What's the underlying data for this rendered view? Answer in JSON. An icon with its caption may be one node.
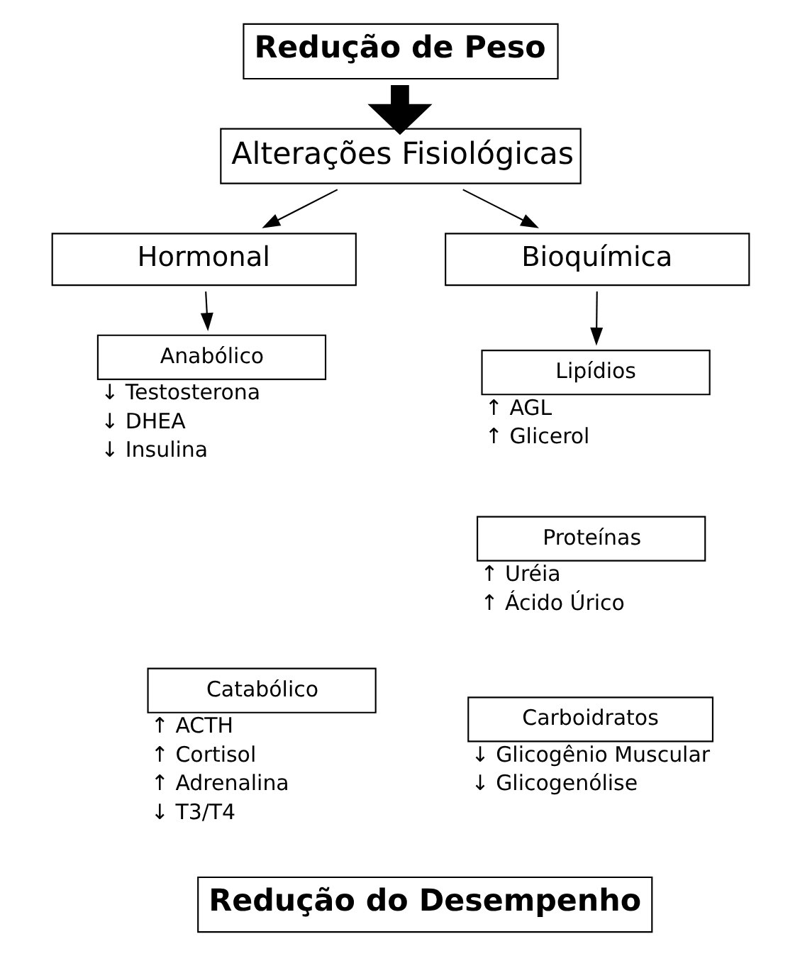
{
  "diagram": {
    "nodes": [
      {
        "text": [
          "Redução de Peso"
        ]
      },
      {
        "text": [
          "Alterações Fisiológicas"
        ]
      },
      {
        "text": [
          "Hormonal"
        ]
      },
      {
        "text": [
          "Bioquímica"
        ]
      },
      {
        "text": [
          "Anabólico"
        ],
        "beside": [
          "↓ Testosterona",
          "↓ DHEA",
          "↓ Insulina"
        ]
      },
      {
        "text": [
          "Catabólico"
        ],
        "beside": [
          "↑ ACTH",
          "↑ Cortisol",
          "↑ Adrenalina",
          "↓ T3/T4"
        ]
      },
      {
        "text": [
          "Lipídios"
        ],
        "beside": [
          "↑ AGL",
          "↑ Glicerol"
        ]
      },
      {
        "text": [
          "Proteínas"
        ],
        "beside": [
          "↑ Uréia",
          "↑ Ácido Úrico"
        ]
      },
      {
        "text": [
          "Carboidratos"
        ],
        "beside": [
          "↓ Glicogênio Muscular",
          "↓ Glicogenólise"
        ]
      },
      {
        "text": [
          "Redução do Desempenho"
        ]
      }
    ],
    "edges": [
      {
        "from": 0,
        "to": 1,
        "arrow": "to",
        "style": "thick"
      },
      {
        "from": 1,
        "to": 2,
        "arrow": "to"
      },
      {
        "from": 1,
        "to": 3,
        "arrow": "to"
      },
      {
        "from": 2,
        "to": 4,
        "arrow": "to"
      },
      {
        "from": 3,
        "to": 6,
        "arrow": "to"
      }
    ]
  }
}
